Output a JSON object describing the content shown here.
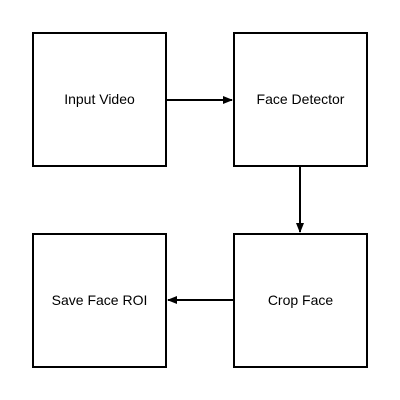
{
  "diagram": {
    "nodes": [
      {
        "id": "input-video",
        "label": "Input Video"
      },
      {
        "id": "face-detector",
        "label": "Face Detector"
      },
      {
        "id": "crop-face",
        "label": "Crop Face"
      },
      {
        "id": "save-face-roi",
        "label": "Save Face ROI"
      }
    ],
    "edges": [
      {
        "from": "input-video",
        "to": "face-detector"
      },
      {
        "from": "face-detector",
        "to": "crop-face"
      },
      {
        "from": "crop-face",
        "to": "save-face-roi"
      }
    ],
    "colors": {
      "stroke": "#000000",
      "background": "#ffffff",
      "text": "#000000"
    }
  }
}
